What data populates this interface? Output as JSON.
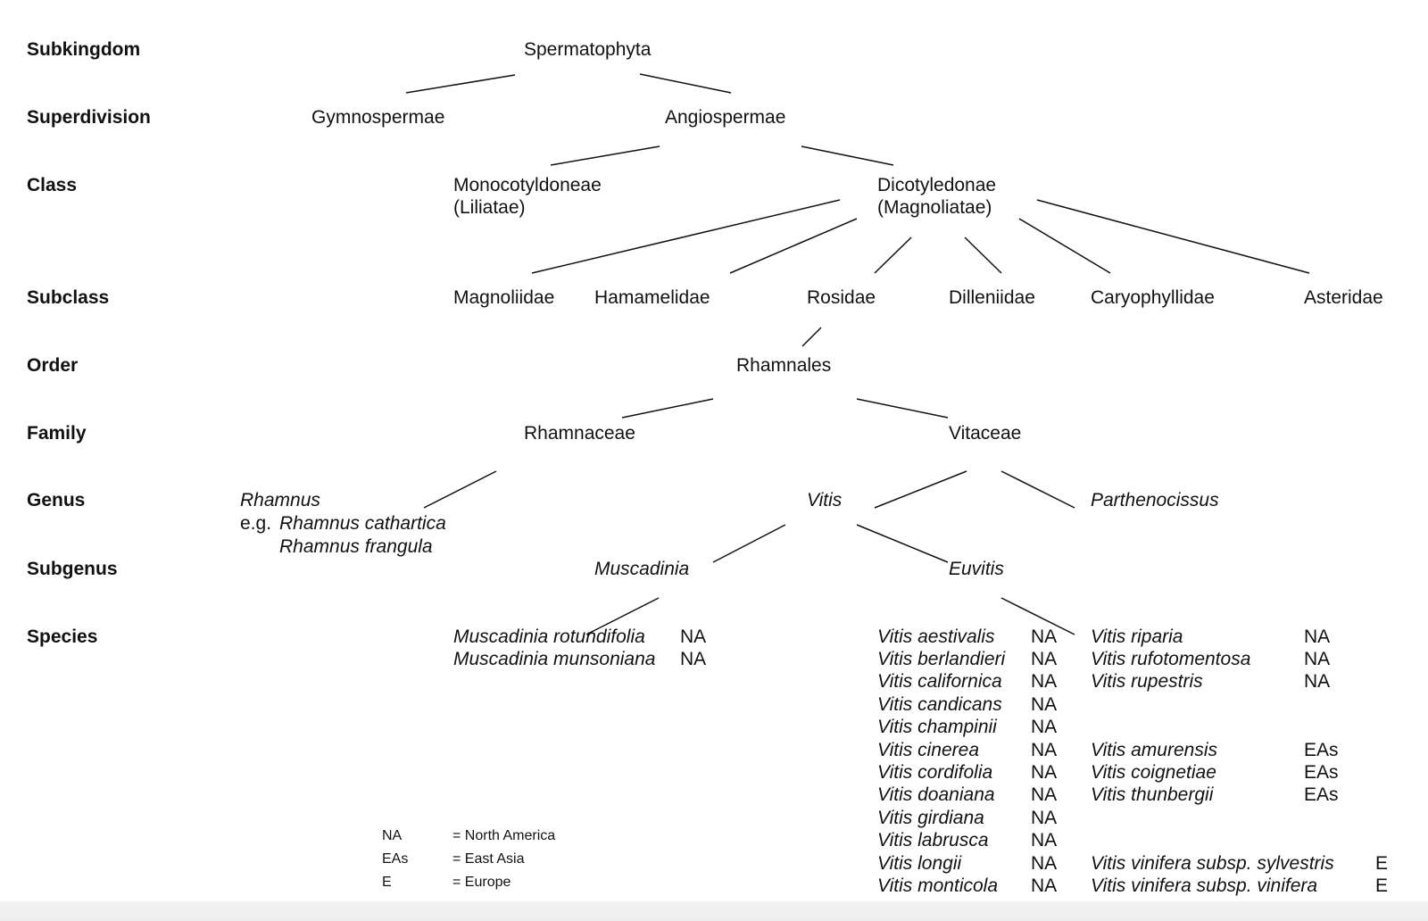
{
  "ranks": {
    "subkingdom": "Subkingdom",
    "superdivision": "Superdivision",
    "class": "Class",
    "subclass": "Subclass",
    "order": "Order",
    "family": "Family",
    "genus": "Genus",
    "subgenus": "Subgenus",
    "species": "Species"
  },
  "subkingdom": {
    "spermatophyta": "Spermatophyta"
  },
  "superdivision": {
    "gymnospermae": "Gymnospermae",
    "angiospermae": "Angiospermae"
  },
  "class": {
    "monocot_1": "Monocotyldoneae",
    "monocot_2": "(Liliatae)",
    "dicot_1": "Dicotyledonae",
    "dicot_2": "(Magnoliatae)"
  },
  "subclass": {
    "magnoliidae": "Magnoliidae",
    "hamamelidae": "Hamamelidae",
    "rosidae": "Rosidae",
    "dilleniidae": "Dilleniidae",
    "caryophyllidae": "Caryophyllidae",
    "asteridae": "Asteridae"
  },
  "order": {
    "rhamnales": "Rhamnales"
  },
  "family": {
    "rhamnaceae": "Rhamnaceae",
    "vitaceae": "Vitaceae"
  },
  "genus": {
    "rhamnus": "Rhamnus",
    "eg": "e.g.",
    "rhamnus_cathartica": "Rhamnus cathartica",
    "rhamnus_frangula": "Rhamnus frangula",
    "vitis": "Vitis",
    "parthenocissus": "Parthenocissus"
  },
  "subgenus": {
    "muscadinia": "Muscadinia",
    "euvitis": "Euvitis"
  },
  "species": {
    "muscadinia": [
      {
        "name": "Muscadinia rotundifolia",
        "region": "NA"
      },
      {
        "name": "Muscadinia munsoniana",
        "region": "NA"
      }
    ],
    "vitis_col1": [
      {
        "name": "Vitis aestivalis",
        "region": "NA"
      },
      {
        "name": "Vitis berlandieri",
        "region": "NA"
      },
      {
        "name": "Vitis californica",
        "region": "NA"
      },
      {
        "name": "Vitis candicans",
        "region": "NA"
      },
      {
        "name": "Vitis champinii",
        "region": "NA"
      },
      {
        "name": "Vitis cinerea",
        "region": "NA"
      },
      {
        "name": "Vitis cordifolia",
        "region": "NA"
      },
      {
        "name": "Vitis doaniana",
        "region": "NA"
      },
      {
        "name": "Vitis girdiana",
        "region": "NA"
      },
      {
        "name": "Vitis labrusca",
        "region": "NA"
      },
      {
        "name": "Vitis longii",
        "region": "NA"
      },
      {
        "name": "Vitis monticola",
        "region": "NA"
      }
    ],
    "vitis_col2_na": [
      {
        "name": "Vitis riparia",
        "region": "NA"
      },
      {
        "name": "Vitis rufotomentosa",
        "region": "NA"
      },
      {
        "name": "Vitis rupestris",
        "region": "NA"
      }
    ],
    "vitis_col2_eas": [
      {
        "name": "Vitis amurensis",
        "region": "EAs"
      },
      {
        "name": "Vitis coignetiae",
        "region": "EAs"
      },
      {
        "name": "Vitis thunbergii",
        "region": "EAs"
      }
    ],
    "vitis_col2_e": [
      {
        "name": "Vitis vinifera subsp. sylvestris",
        "region": "E"
      },
      {
        "name": "Vitis vinifera subsp. vinifera",
        "region": "E"
      }
    ]
  },
  "legend": [
    {
      "abbr": "NA",
      "meaning": "= North America"
    },
    {
      "abbr": "EAs",
      "meaning": "= East Asia"
    },
    {
      "abbr": "E",
      "meaning": "= Europe"
    }
  ]
}
